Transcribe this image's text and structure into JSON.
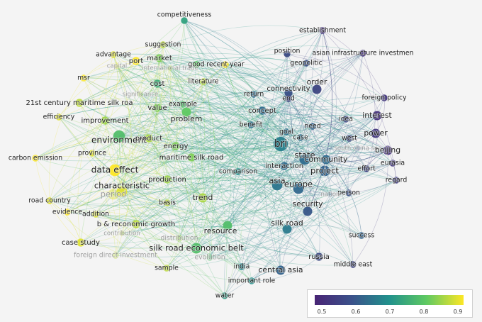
{
  "colors": {
    "low": "#482475",
    "mid": "#21918c",
    "high": "#fde725",
    "background": "#f4f4f4"
  },
  "legend": {
    "ticks": [
      "0.5",
      "0.6",
      "0.7",
      "0.8",
      "0.9"
    ]
  },
  "nodes": [
    {
      "id": "competitiveness",
      "label": "competitiveness",
      "v": 0.73,
      "w": 3
    },
    {
      "id": "establishment",
      "label": "establishment",
      "v": 0.52,
      "w": 3
    },
    {
      "id": "suggestion",
      "label": "suggestion",
      "v": 0.86,
      "w": 3
    },
    {
      "id": "position",
      "label": "position",
      "v": 0.56,
      "w": 3
    },
    {
      "id": "asian_infra",
      "label": "asian infrastructure investmen",
      "v": 0.52,
      "w": 3
    },
    {
      "id": "advantage",
      "label": "advantage",
      "v": 0.88,
      "w": 3
    },
    {
      "id": "port",
      "label": "port",
      "v": 0.9,
      "w": 4
    },
    {
      "id": "market",
      "label": "market",
      "v": 0.82,
      "w": 4
    },
    {
      "id": "international_trade",
      "label": "international trade",
      "v": 0.86,
      "w": 2,
      "faded": true
    },
    {
      "id": "good",
      "label": "good",
      "v": 0.8,
      "w": 3
    },
    {
      "id": "recent_year",
      "label": "recent year",
      "v": 0.91,
      "w": 3
    },
    {
      "id": "geopolitic",
      "label": "geopolitic",
      "v": 0.57,
      "w": 3
    },
    {
      "id": "capital",
      "label": "capital",
      "v": 0.88,
      "w": 2,
      "faded": true
    },
    {
      "id": "msr",
      "label": "msr",
      "v": 0.9,
      "w": 3
    },
    {
      "id": "literature",
      "label": "literature",
      "v": 0.86,
      "w": 3
    },
    {
      "id": "connectivity",
      "label": "connectivity",
      "v": 0.57,
      "w": 4
    },
    {
      "id": "order",
      "label": "order",
      "v": 0.55,
      "w": 5
    },
    {
      "id": "cost",
      "label": "cost",
      "v": 0.75,
      "w": 4
    },
    {
      "id": "foreign_policy",
      "label": "foreign policy",
      "v": 0.53,
      "w": 3
    },
    {
      "id": "significance",
      "label": "significance",
      "v": 0.85,
      "w": 2,
      "faded": true
    },
    {
      "id": "return",
      "label": "return",
      "v": 0.62,
      "w": 3
    },
    {
      "id": "end",
      "label": "end",
      "v": 0.55,
      "w": 3
    },
    {
      "id": "21st_century",
      "label": "21st century maritime silk roa",
      "v": 0.86,
      "w": 4
    },
    {
      "id": "value",
      "label": "value",
      "v": 0.82,
      "w": 4
    },
    {
      "id": "example",
      "label": "example",
      "v": 0.78,
      "w": 3
    },
    {
      "id": "concept",
      "label": "concept",
      "v": 0.62,
      "w": 4
    },
    {
      "id": "idea",
      "label": "idea",
      "v": 0.56,
      "w": 3
    },
    {
      "id": "interest",
      "label": "interest",
      "v": 0.52,
      "w": 5
    },
    {
      "id": "efficiency",
      "label": "efficiency",
      "v": 0.88,
      "w": 3
    },
    {
      "id": "improvement",
      "label": "improvement",
      "v": 0.84,
      "w": 4
    },
    {
      "id": "problem",
      "label": "problem",
      "v": 0.8,
      "w": 5
    },
    {
      "id": "benefit",
      "label": "benefit",
      "v": 0.63,
      "w": 3
    },
    {
      "id": "need",
      "label": "need",
      "v": 0.6,
      "w": 3
    },
    {
      "id": "west",
      "label": "west",
      "v": 0.56,
      "w": 3
    },
    {
      "id": "goal",
      "label": "goal",
      "v": 0.63,
      "w": 3
    },
    {
      "id": "case",
      "label": "case",
      "v": 0.63,
      "w": 3
    },
    {
      "id": "power",
      "label": "power",
      "v": 0.53,
      "w": 5
    },
    {
      "id": "bri",
      "label": "bri",
      "v": 0.66,
      "w": 9
    },
    {
      "id": "environment",
      "label": "environment",
      "v": 0.78,
      "w": 7
    },
    {
      "id": "product",
      "label": "product",
      "v": 0.85,
      "w": 4
    },
    {
      "id": "south_china_sea",
      "label": "south china sea",
      "v": 0.58,
      "w": 2,
      "faded": true
    },
    {
      "id": "beijing",
      "label": "beijing",
      "v": 0.52,
      "w": 5
    },
    {
      "id": "energy",
      "label": "energy",
      "v": 0.82,
      "w": 4
    },
    {
      "id": "province",
      "label": "province",
      "v": 0.88,
      "w": 3
    },
    {
      "id": "carbon_emission",
      "label": "carbon emission",
      "v": 0.91,
      "w": 3
    },
    {
      "id": "maritime_silk_road",
      "label": "maritime silk road",
      "v": 0.82,
      "w": 4
    },
    {
      "id": "state",
      "label": "state",
      "v": 0.62,
      "w": 6
    },
    {
      "id": "community",
      "label": "community",
      "v": 0.62,
      "w": 5
    },
    {
      "id": "data_effect",
      "label": "data effect",
      "v": 0.92,
      "w": 7
    },
    {
      "id": "interaction",
      "label": "interaction",
      "v": 0.62,
      "w": 4
    },
    {
      "id": "project",
      "label": "project",
      "v": 0.6,
      "w": 6
    },
    {
      "id": "effort",
      "label": "effort",
      "v": 0.55,
      "w": 3
    },
    {
      "id": "eurasia",
      "label": "eurasia",
      "v": 0.53,
      "w": 3
    },
    {
      "id": "comparison",
      "label": "comparison",
      "v": 0.7,
      "w": 3
    },
    {
      "id": "production",
      "label": "production",
      "v": 0.84,
      "w": 4
    },
    {
      "id": "asia",
      "label": "asia",
      "v": 0.64,
      "w": 6
    },
    {
      "id": "europe",
      "label": "europe",
      "v": 0.61,
      "w": 6
    },
    {
      "id": "characteristic",
      "label": "characteristic",
      "v": 0.88,
      "w": 6
    },
    {
      "id": "regard",
      "label": "regard",
      "v": 0.54,
      "w": 3
    },
    {
      "id": "period",
      "label": "period",
      "v": 0.88,
      "w": 6,
      "faded": true
    },
    {
      "id": "person",
      "label": "person",
      "v": 0.57,
      "w": 3
    },
    {
      "id": "nation",
      "label": "nation",
      "v": 0.6,
      "w": 2,
      "faded": true
    },
    {
      "id": "trend",
      "label": "trend",
      "v": 0.85,
      "w": 5
    },
    {
      "id": "road_country",
      "label": "road country",
      "v": 0.88,
      "w": 3
    },
    {
      "id": "basis",
      "label": "basis",
      "v": 0.86,
      "w": 3
    },
    {
      "id": "security",
      "label": "security",
      "v": 0.58,
      "w": 5
    },
    {
      "id": "evidence",
      "label": "evidence",
      "v": 0.9,
      "w": 3
    },
    {
      "id": "addition",
      "label": "addition",
      "v": 0.88,
      "w": 3
    },
    {
      "id": "b_economic_growth",
      "label": "b & reconomic growth",
      "v": 0.86,
      "w": 4
    },
    {
      "id": "silk_road",
      "label": "silk road",
      "v": 0.65,
      "w": 5
    },
    {
      "id": "resource",
      "label": "resource",
      "v": 0.78,
      "w": 5
    },
    {
      "id": "contribution",
      "label": "contribution",
      "v": 0.86,
      "w": 2,
      "faded": true
    },
    {
      "id": "success",
      "label": "success",
      "v": 0.6,
      "w": 3
    },
    {
      "id": "case_study",
      "label": "case study",
      "v": 0.88,
      "w": 4
    },
    {
      "id": "distribution",
      "label": "distribution",
      "v": 0.84,
      "w": 3,
      "faded": true
    },
    {
      "id": "silk_road_economic_belt",
      "label": "silk road economic belt",
      "v": 0.78,
      "w": 6
    },
    {
      "id": "foreign_direct_investment",
      "label": "foreign direct investment",
      "v": 0.86,
      "w": 3,
      "faded": true
    },
    {
      "id": "evolution",
      "label": "evolution",
      "v": 0.78,
      "w": 3,
      "faded": true
    },
    {
      "id": "russia",
      "label": "russia",
      "v": 0.56,
      "w": 4
    },
    {
      "id": "middle_east",
      "label": "middle east",
      "v": 0.55,
      "w": 3
    },
    {
      "id": "sample",
      "label": "sample",
      "v": 0.86,
      "w": 3
    },
    {
      "id": "india",
      "label": "india",
      "v": 0.67,
      "w": 3
    },
    {
      "id": "central_asia",
      "label": "central asia",
      "v": 0.6,
      "w": 5
    },
    {
      "id": "important_role",
      "label": "important role",
      "v": 0.7,
      "w": 3
    },
    {
      "id": "water",
      "label": "water",
      "v": 0.72,
      "w": 3
    }
  ]
}
